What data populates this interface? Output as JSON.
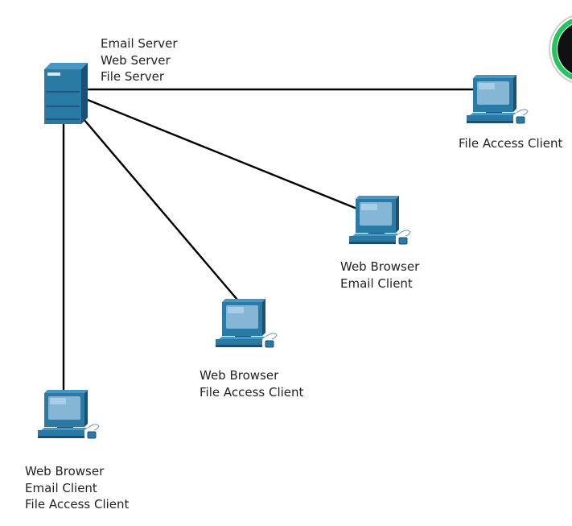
{
  "colors": {
    "device_dark": "#1d4f73",
    "device_main": "#2a7aa6",
    "device_light": "#4a96c2",
    "screen": "#86b6d6",
    "screen_glare": "#a9cde4",
    "wire": "#000000",
    "label_text": "#222222",
    "widget_dark": "#111111",
    "widget_green": "#22c55e",
    "widget_ring": "#cfcfcf"
  },
  "server": {
    "icon": "server-tower-icon",
    "lines": [
      "Email Server",
      "Web Server",
      "File Server"
    ]
  },
  "clients": [
    {
      "id": "pc-file-client",
      "icon": "desktop-pc-icon",
      "lines": [
        "File Access Client"
      ]
    },
    {
      "id": "pc-web-email",
      "icon": "desktop-pc-icon",
      "lines": [
        "Web Browser",
        "Email Client"
      ]
    },
    {
      "id": "pc-web-file",
      "icon": "desktop-pc-icon",
      "lines": [
        "Web Browser",
        "File Access Client"
      ]
    },
    {
      "id": "pc-web-email-file",
      "icon": "desktop-pc-icon",
      "lines": [
        "Web Browser",
        "Email Client",
        "File Access Client"
      ]
    }
  ],
  "corner_widget": {
    "icon": "status-ring-icon"
  }
}
